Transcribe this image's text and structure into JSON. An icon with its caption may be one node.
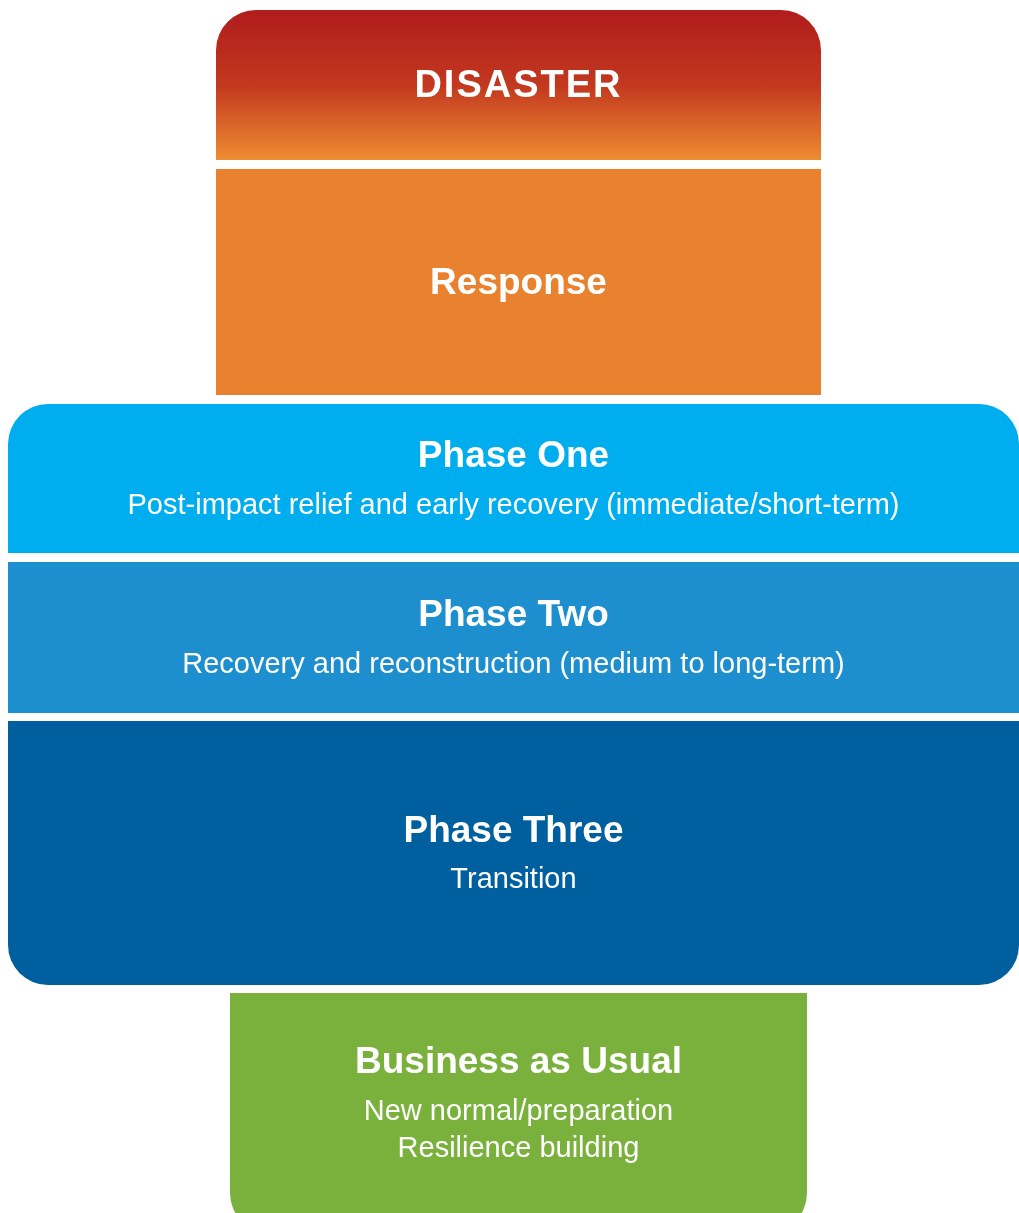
{
  "diagram": {
    "nodes": [
      {
        "text": [
          "DISASTER"
        ]
      },
      {
        "text": [
          "Response"
        ]
      },
      {
        "text": [
          "Phase One",
          "Post-impact relief and early recovery (immediate/short-term)"
        ]
      },
      {
        "text": [
          "Phase Two",
          "Recovery and reconstruction (medium to long-term)"
        ]
      },
      {
        "text": [
          "Phase Three",
          "Transition"
        ]
      },
      {
        "text": [
          "Business as Usual",
          "New normal/preparation",
          "Resilience building"
        ]
      }
    ]
  }
}
